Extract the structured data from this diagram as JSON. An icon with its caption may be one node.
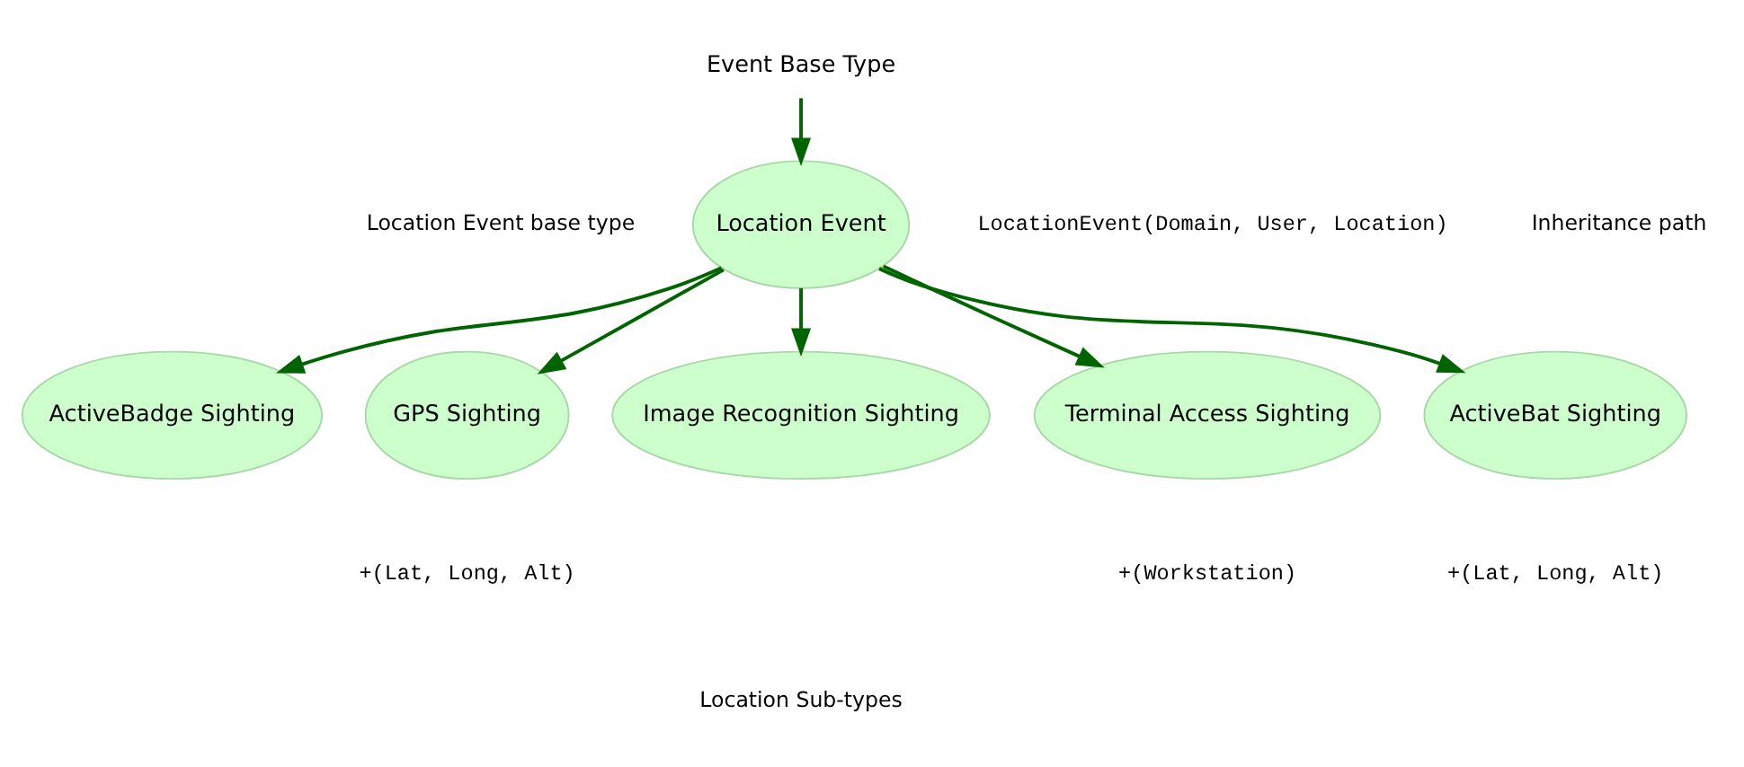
{
  "diagram": {
    "nodes": [
      {
        "text": [
          "Event Base Type"
        ]
      },
      {
        "text": [
          "Location Event"
        ],
        "beside": [
          "Location Event base type",
          "LocationEvent(Domain, User, Location)"
        ]
      },
      {
        "text": [
          "ActiveBadge Sighting"
        ]
      },
      {
        "text": [
          "GPS Sighting"
        ],
        "beside": [
          "+(Lat, Long, Alt)"
        ]
      },
      {
        "text": [
          "Image Recognition Sighting"
        ]
      },
      {
        "text": [
          "Terminal Access Sighting"
        ],
        "beside": [
          "+(Workstation)"
        ]
      },
      {
        "text": [
          "ActiveBat Sighting"
        ],
        "beside": [
          "+(Lat, Long, Alt)"
        ]
      }
    ],
    "edges": [
      {
        "from": 0,
        "to": 1,
        "arrow": "to"
      },
      {
        "from": 1,
        "to": 2,
        "arrow": "to"
      },
      {
        "from": 1,
        "to": 3,
        "arrow": "to"
      },
      {
        "from": 1,
        "to": 4,
        "arrow": "to"
      },
      {
        "from": 1,
        "to": 5,
        "arrow": "to"
      },
      {
        "from": 1,
        "to": 6,
        "arrow": "to"
      }
    ],
    "labels": [
      "Inheritance path",
      "Location Sub-types"
    ]
  }
}
